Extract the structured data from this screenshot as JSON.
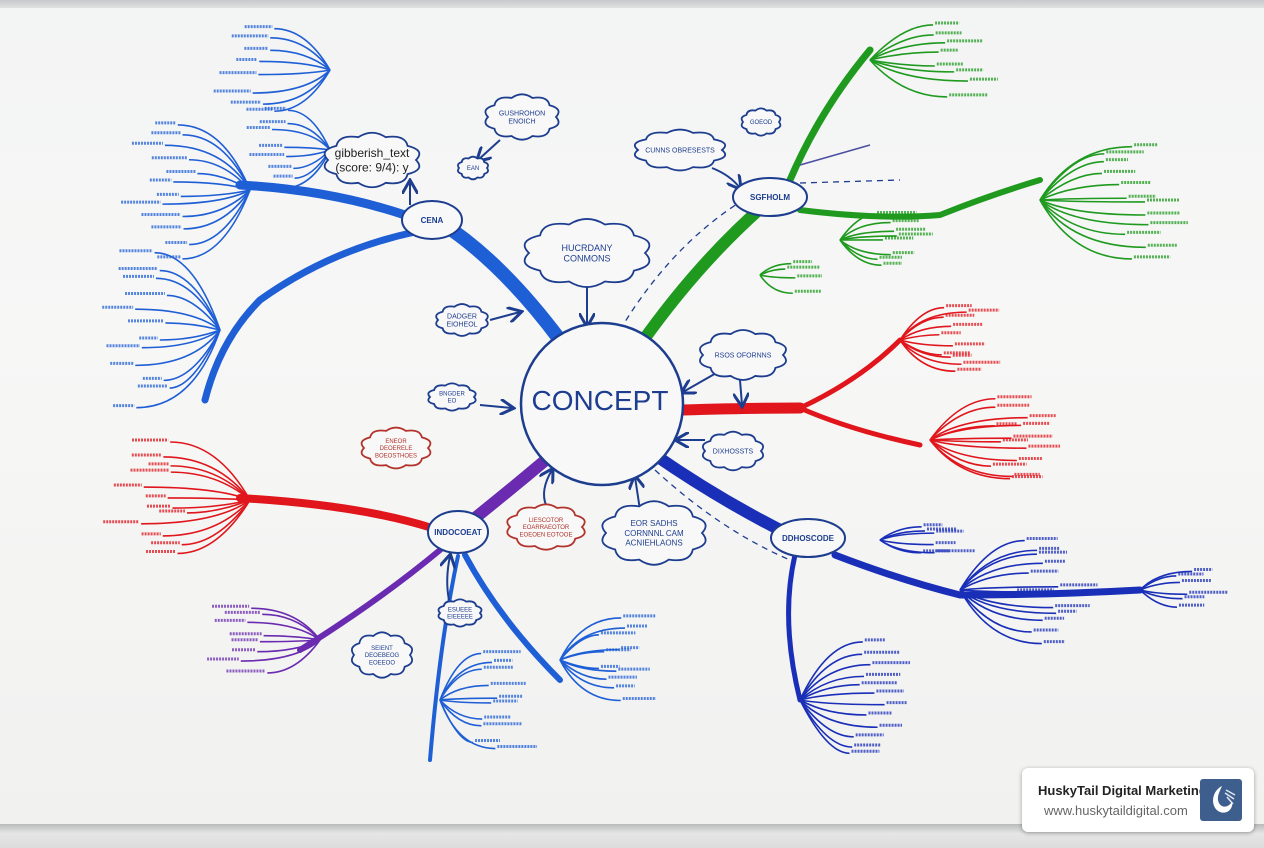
{
  "diagram": {
    "center": {
      "label": "CONCEPT"
    },
    "nodes": [
      {
        "id": "cena",
        "label": "CENA",
        "color": "#1f5fd6"
      },
      {
        "id": "sgfholm",
        "label": "SGFHOLM",
        "color": "#1f9a1f"
      },
      {
        "id": "indocoeat",
        "label": "INDOCOEAT",
        "color": "#6a2bb0"
      },
      {
        "id": "ddhoscode",
        "label": "DDHOSCODE",
        "color": "#1a2fb8"
      }
    ],
    "clouds": [
      {
        "id": "gibberish",
        "lines": [
          "gibberish_text",
          "(score: 9/4): y"
        ]
      },
      {
        "id": "gushrohon",
        "lines": [
          "GUSHROHON",
          "ENOICH"
        ]
      },
      {
        "id": "ean",
        "lines": [
          "EAN"
        ]
      },
      {
        "id": "hucrdany",
        "lines": [
          "HUCRDANY",
          "CONMONS"
        ]
      },
      {
        "id": "dadger",
        "lines": [
          "DADGER",
          "EIOHEOL"
        ]
      },
      {
        "id": "bngder",
        "lines": [
          "BNGDER",
          "EO"
        ]
      },
      {
        "id": "cunns",
        "lines": [
          "CUNNS OBRESESTS"
        ]
      },
      {
        "id": "goeod",
        "lines": [
          "GOEOD"
        ]
      },
      {
        "id": "rsos",
        "lines": [
          "RSOS OFORNNS"
        ]
      },
      {
        "id": "dixhossts",
        "lines": [
          "DIXHOSSTS"
        ]
      },
      {
        "id": "eorsadhs",
        "lines": [
          "EOR SADHS",
          "CORNNNL CAM",
          "ACNIEHLAONS"
        ]
      },
      {
        "id": "liescotor",
        "lines": [
          "LIESCOTOR",
          "EOARRAEOTOR",
          "EOEOEN EOTOOE"
        ]
      },
      {
        "id": "eneor",
        "lines": [
          "ENEOR",
          "DEOERELE",
          "BOEOSTHOES"
        ]
      },
      {
        "id": "esueee",
        "lines": [
          "ESUEEE",
          "EIEEEEE"
        ]
      },
      {
        "id": "seient",
        "lines": [
          "SEIENT",
          "DEOEBEOG",
          "EOEEOO"
        ]
      }
    ],
    "colors": {
      "blue": "#1f5fd6",
      "green": "#1f9a1f",
      "red": "#e0161c",
      "purple": "#6a2bb0",
      "navy": "#1a2fb8",
      "ink": "#1d3d8f"
    }
  },
  "watermark": {
    "title": "HuskyTail Digital Marketing",
    "url": "www.huskytaildigital.com",
    "logo_icon": "husky-tail-swirl-icon"
  }
}
